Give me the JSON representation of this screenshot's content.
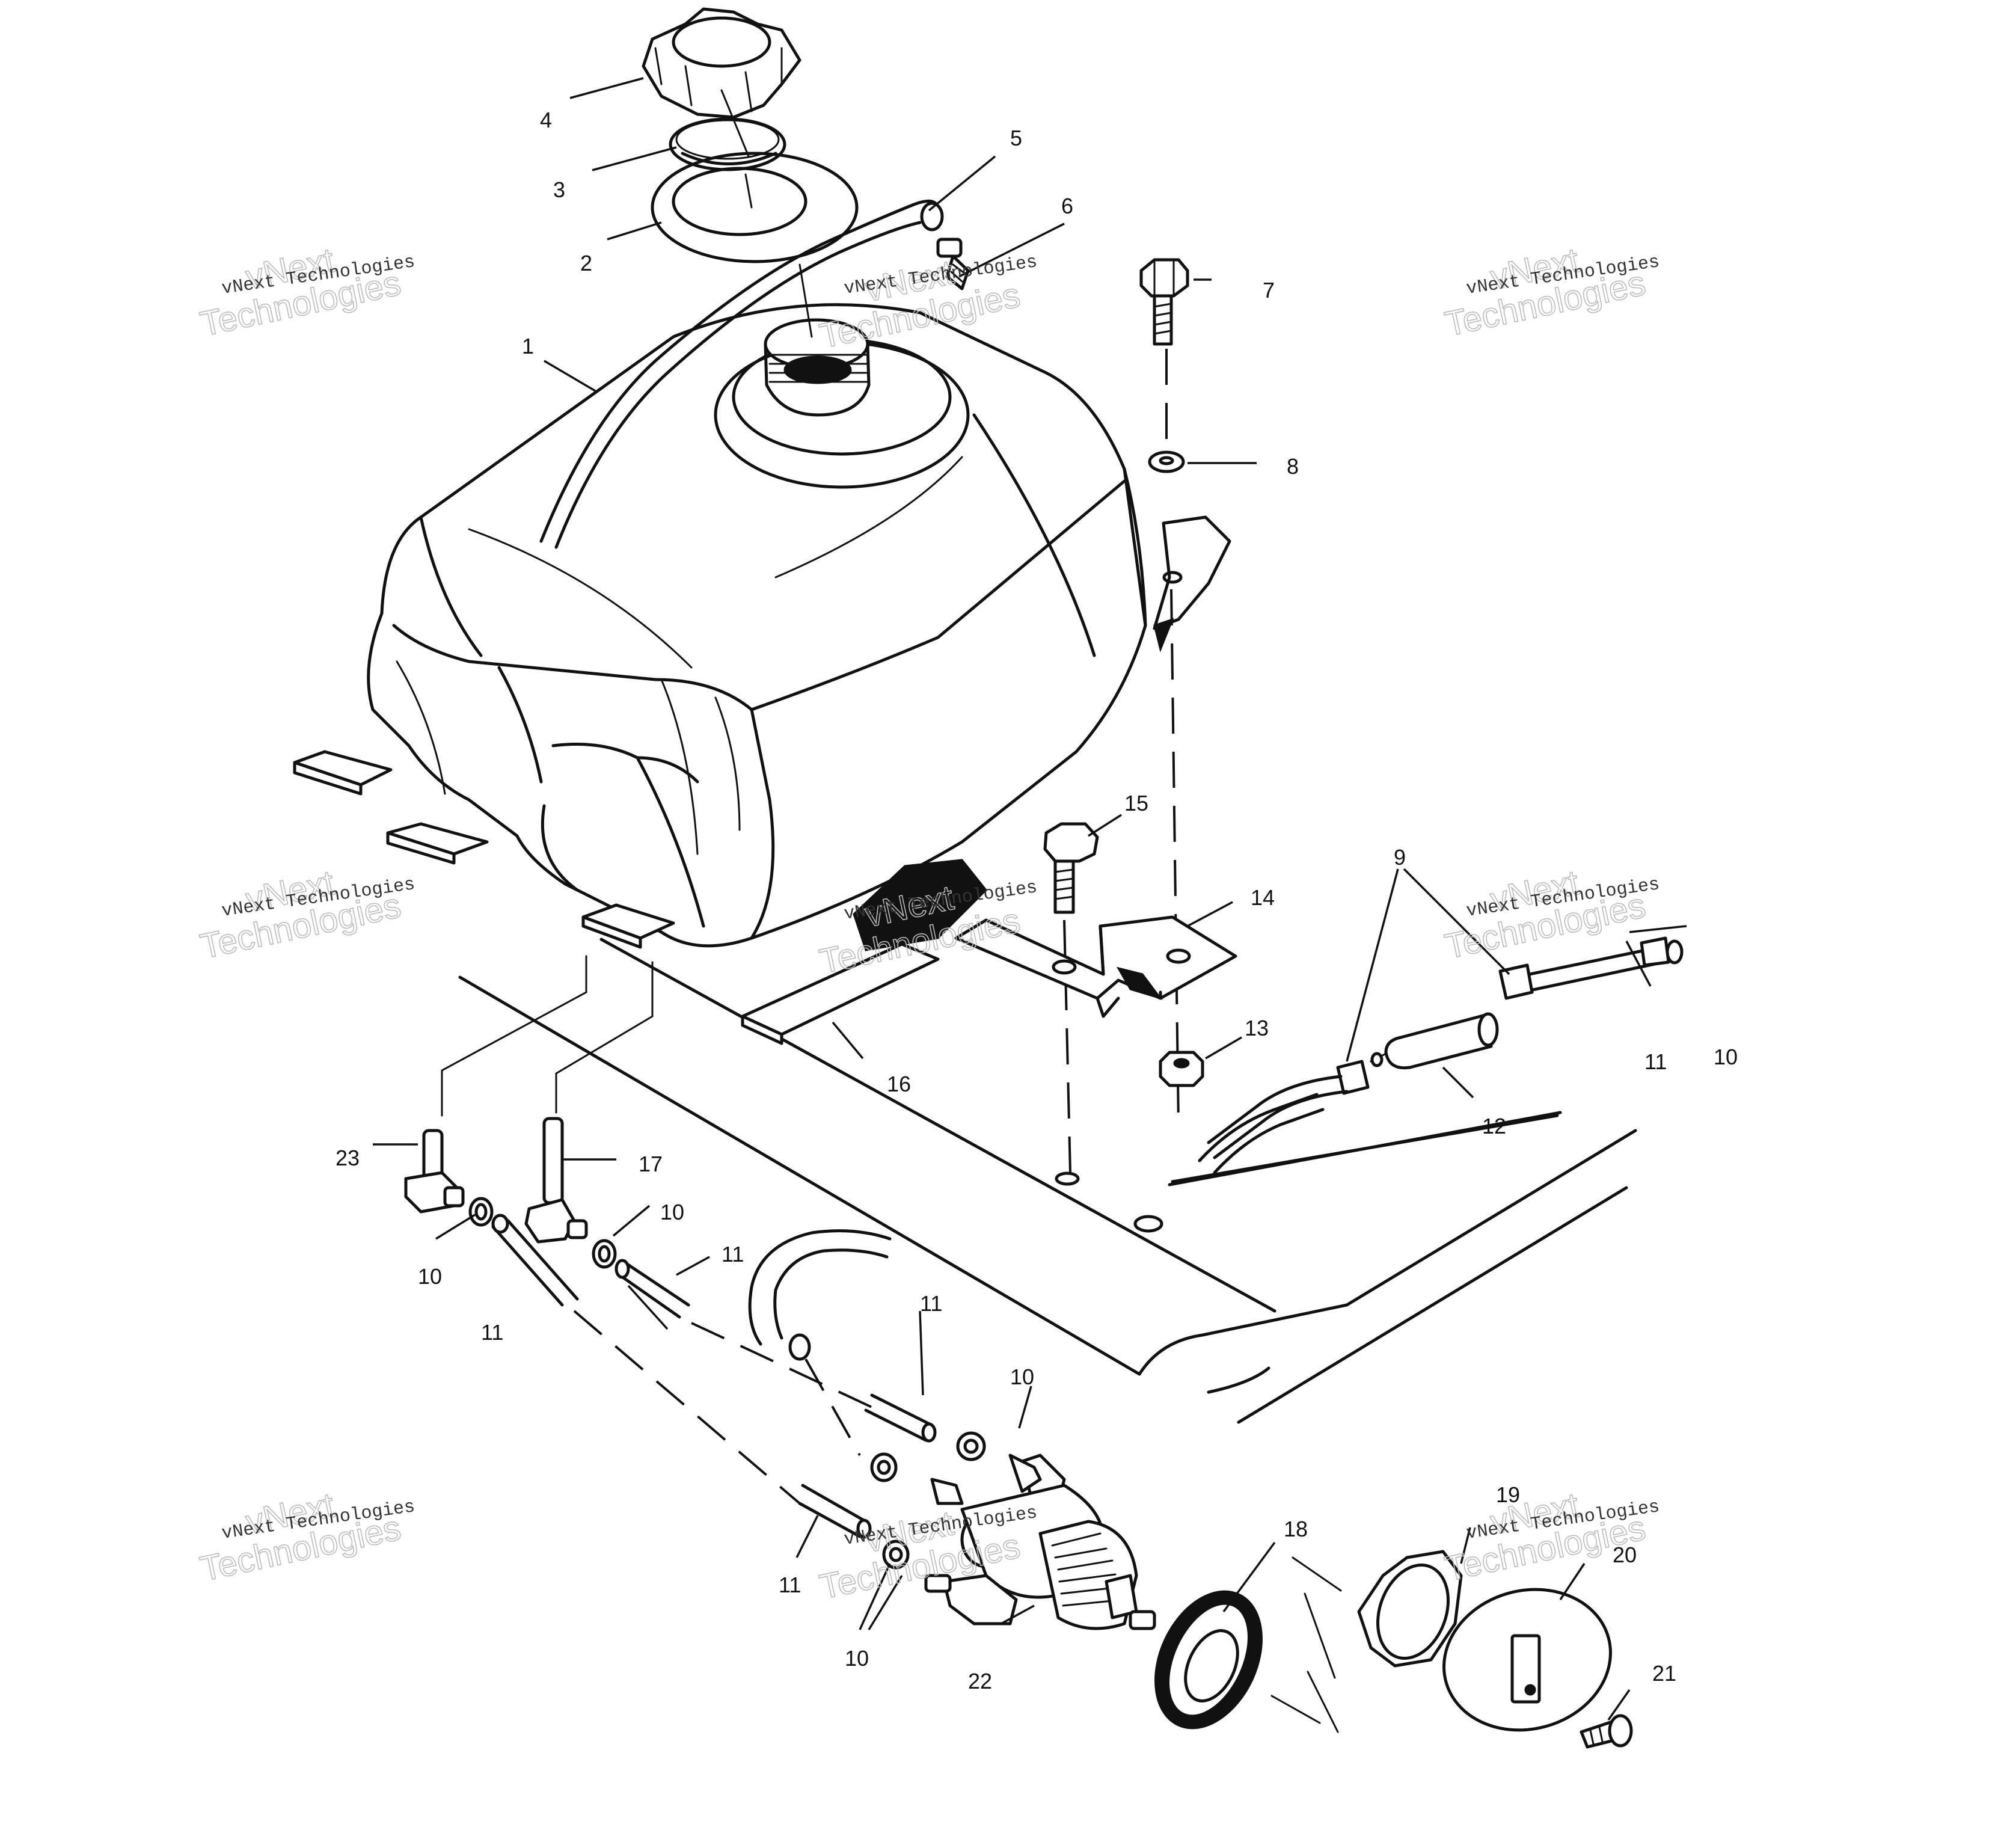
{
  "figure": {
    "callouts": [
      {
        "id": "c4",
        "label": "4"
      },
      {
        "id": "c3",
        "label": "3"
      },
      {
        "id": "c2",
        "label": "2"
      },
      {
        "id": "c5",
        "label": "5"
      },
      {
        "id": "c6",
        "label": "6"
      },
      {
        "id": "c7",
        "label": "7"
      },
      {
        "id": "c1",
        "label": "1"
      },
      {
        "id": "c8",
        "label": "8"
      },
      {
        "id": "c15",
        "label": "15"
      },
      {
        "id": "c14",
        "label": "14"
      },
      {
        "id": "c9",
        "label": "9"
      },
      {
        "id": "c13",
        "label": "13"
      },
      {
        "id": "c11a",
        "label": "11"
      },
      {
        "id": "c10a",
        "label": "10"
      },
      {
        "id": "c16",
        "label": "16"
      },
      {
        "id": "c12",
        "label": "12"
      },
      {
        "id": "c23",
        "label": "23"
      },
      {
        "id": "c17",
        "label": "17"
      },
      {
        "id": "c10b",
        "label": "10"
      },
      {
        "id": "c11b",
        "label": "11"
      },
      {
        "id": "c10c",
        "label": "10"
      },
      {
        "id": "c11c",
        "label": "11"
      },
      {
        "id": "c11d",
        "label": "11"
      },
      {
        "id": "c10d",
        "label": "10"
      },
      {
        "id": "c19",
        "label": "19"
      },
      {
        "id": "c18",
        "label": "18"
      },
      {
        "id": "c20",
        "label": "20"
      },
      {
        "id": "c11e",
        "label": "11"
      },
      {
        "id": "c21",
        "label": "21"
      },
      {
        "id": "c10e",
        "label": "10"
      },
      {
        "id": "c22",
        "label": "22"
      }
    ],
    "watermark": {
      "big_top": "vNext",
      "big_bottom": "Technologies",
      "small": "vNext Technologies"
    }
  }
}
